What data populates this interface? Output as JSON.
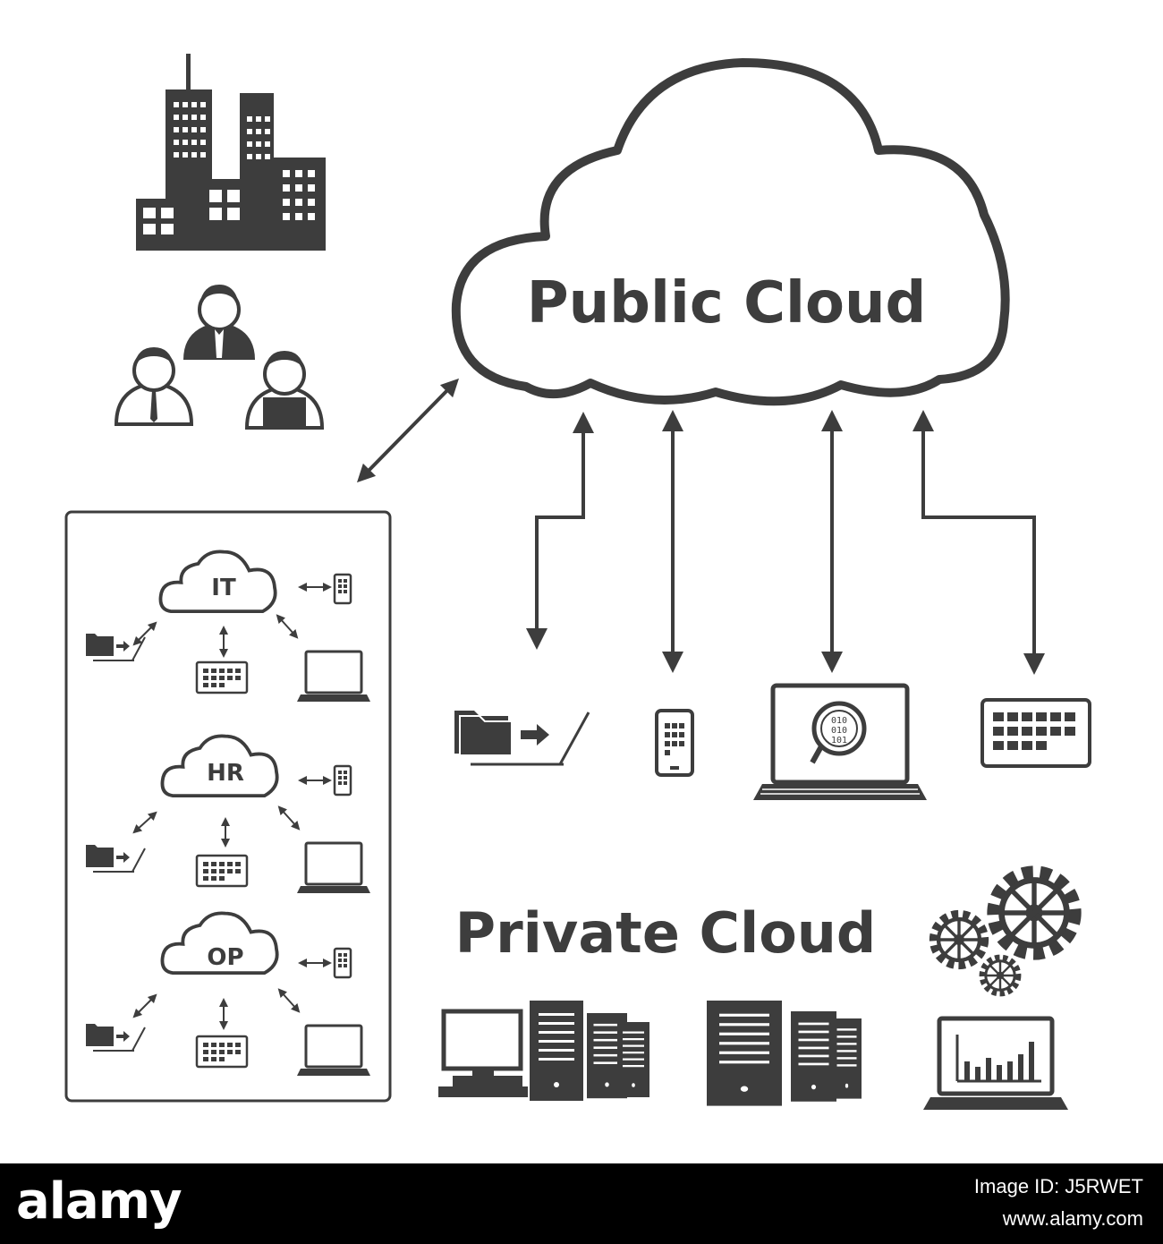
{
  "diagram": {
    "public_cloud_label": "Public Cloud",
    "private_cloud_label": "Private Cloud",
    "departments": [
      {
        "label": "IT"
      },
      {
        "label": "HR"
      },
      {
        "label": "OP"
      }
    ]
  },
  "footer": {
    "logo_text": "alamy",
    "image_id_line": "Image ID: J5RWET",
    "site_line": "www.alamy.com"
  },
  "colors": {
    "icon": "#3d3d3d",
    "background": "#ffffff",
    "footer": "#000000"
  },
  "icons": [
    "buildings-icon",
    "people-icon",
    "folder-upload-icon",
    "smartphone-icon",
    "laptop-binary-search-icon",
    "tablet-icon",
    "gears-icon",
    "desktop-server-icon",
    "server-rack-icon",
    "laptop-chart-icon"
  ]
}
